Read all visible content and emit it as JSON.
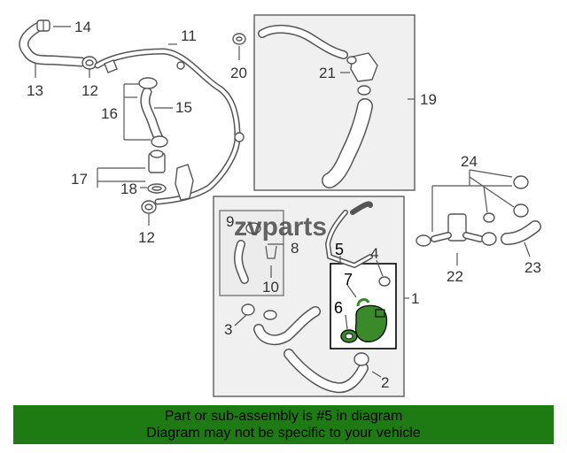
{
  "watermark": "zvparts",
  "callouts": {
    "c1": "1",
    "c2": "2",
    "c3": "3",
    "c4": "4",
    "c5": "5",
    "c6": "6",
    "c7": "7",
    "c8": "8",
    "c9": "9",
    "c10": "10",
    "c11": "11",
    "c12a": "12",
    "c12b": "12",
    "c13": "13",
    "c14": "14",
    "c15": "15",
    "c16": "16",
    "c17": "17",
    "c18": "18",
    "c19": "19",
    "c20": "20",
    "c21": "21",
    "c22": "22",
    "c23": "23",
    "c24": "24"
  },
  "footer": {
    "line1": "Part or sub-assembly is #5 in diagram",
    "line2": "Diagram may not be specific to your vehicle"
  },
  "colors": {
    "footer_bg": "#1e7a12",
    "highlight_part": "#3a8a2a",
    "group_box": "#f0f0f0"
  }
}
